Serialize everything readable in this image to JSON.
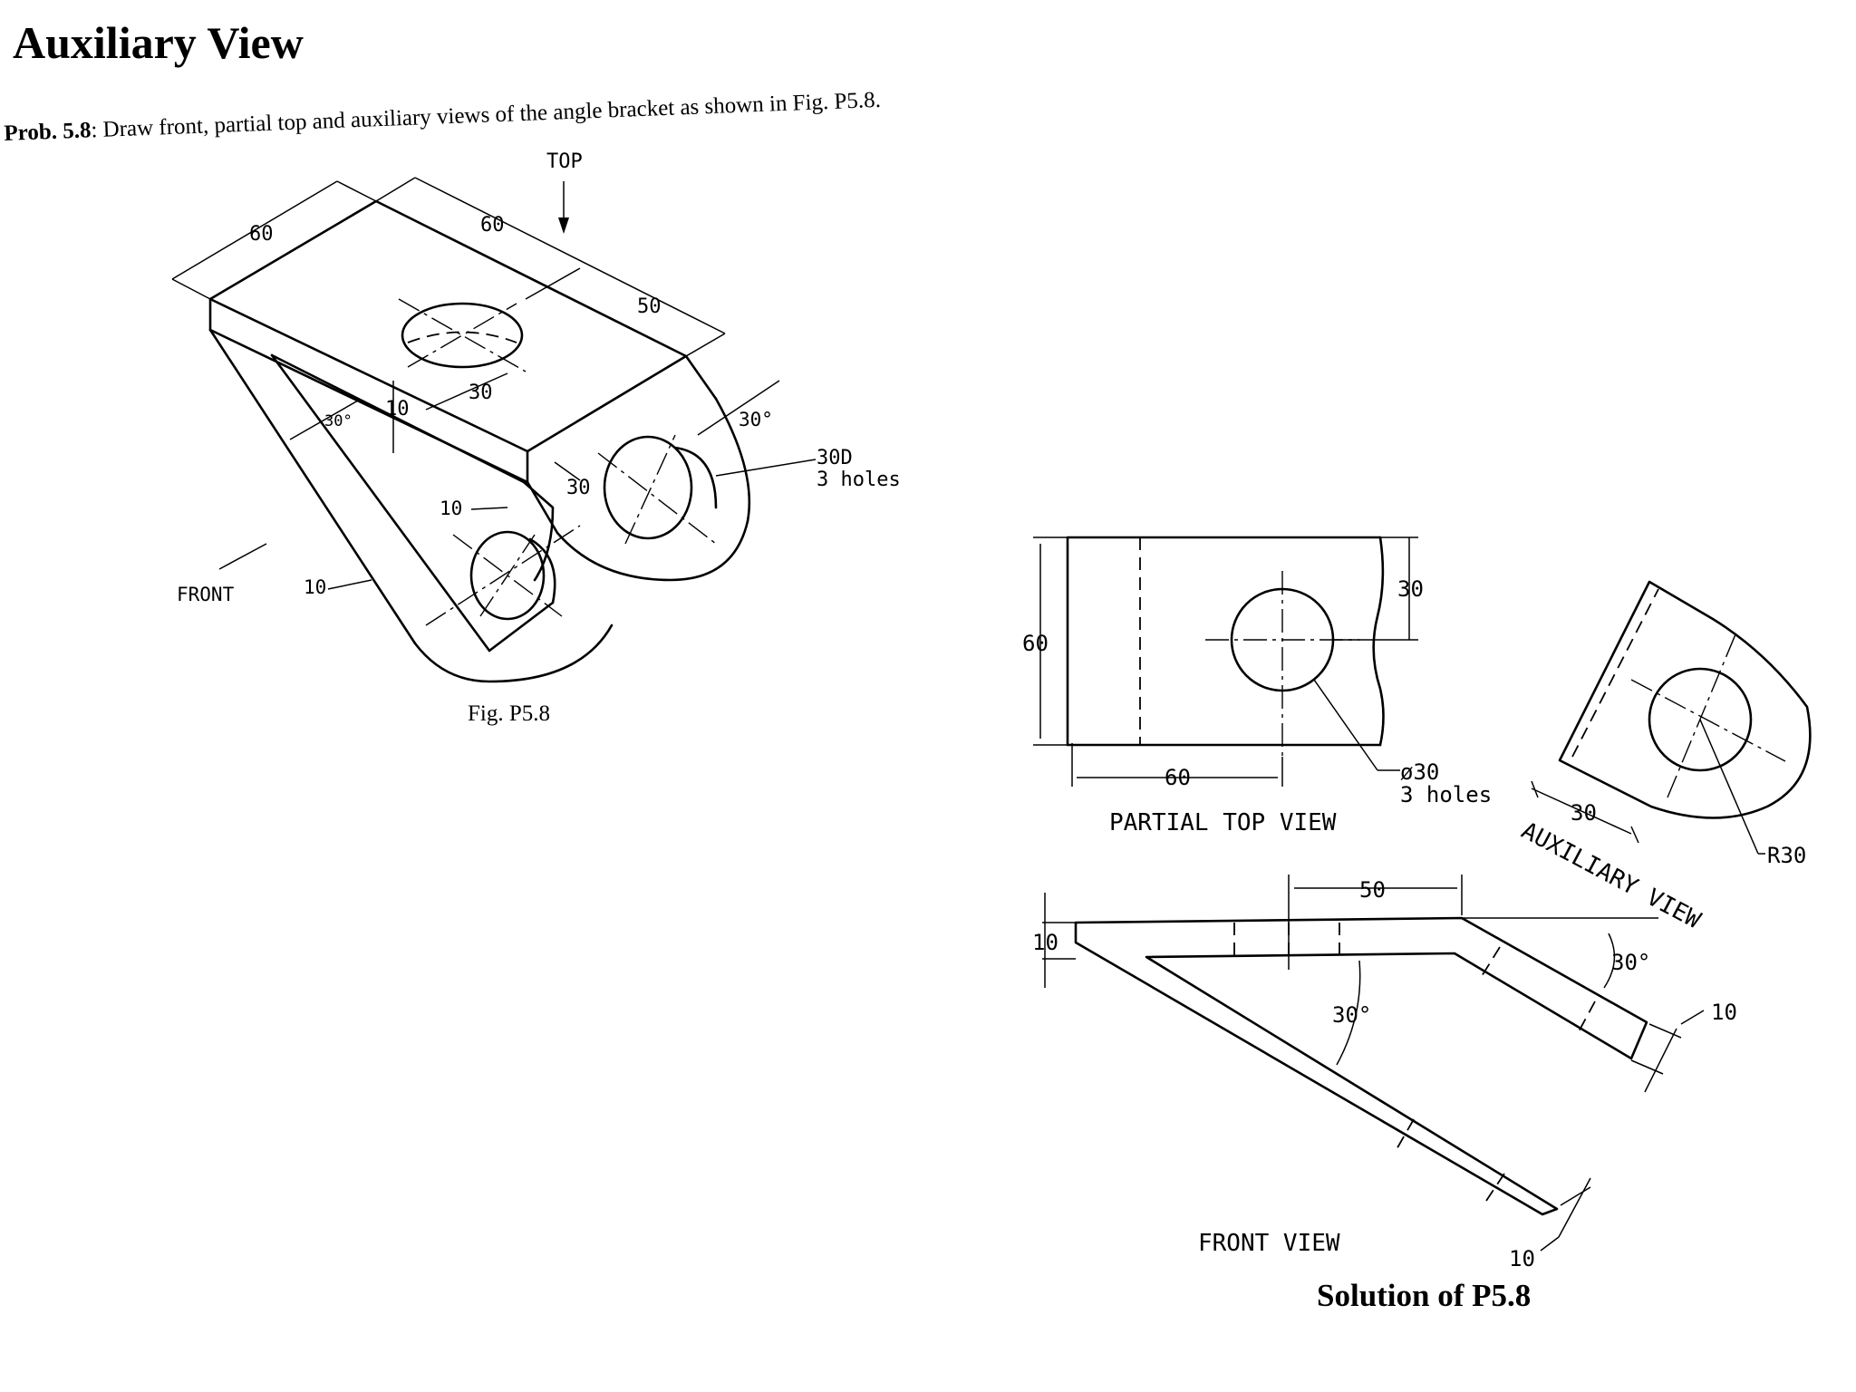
{
  "title": "Auxiliary View",
  "problem": {
    "label": "Prob. 5.8",
    "text": ": Draw front, partial top and auxiliary views of the angle bracket as shown in Fig. P5.8."
  },
  "pictorial": {
    "top_arrow_label": "TOP",
    "front_arrow_label": "FRONT",
    "dim_60_width": "60",
    "dim_60_length": "60",
    "dim_50": "50",
    "dim_30_top": "30",
    "dim_10_thickness": "10",
    "angle_30_left": "30°",
    "angle_30_right": "30°",
    "dim_30_hole": "30",
    "dim_10_mid": "10",
    "dim_10_bottom": "10",
    "holes_note": [
      "30D",
      "3 holes"
    ],
    "caption": "Fig. P5.8"
  },
  "solution": {
    "partial_top_view": {
      "label": "PARTIAL TOP VIEW",
      "dim_60_height": "60",
      "dim_30": "30",
      "dim_60_bottom": "60",
      "holes_note": [
        "ø30",
        "3 holes"
      ]
    },
    "auxiliary_view": {
      "label": "AUXILIARY VIEW",
      "dim_30": "30",
      "radius": "R30"
    },
    "front_view": {
      "label": "FRONT VIEW",
      "dim_50": "50",
      "dim_10_left": "10",
      "angle_30_center": "30°",
      "angle_30_right": "30°",
      "dim_10_right": "10",
      "dim_10_bottom": "10"
    },
    "caption": "Solution of P5.8"
  }
}
